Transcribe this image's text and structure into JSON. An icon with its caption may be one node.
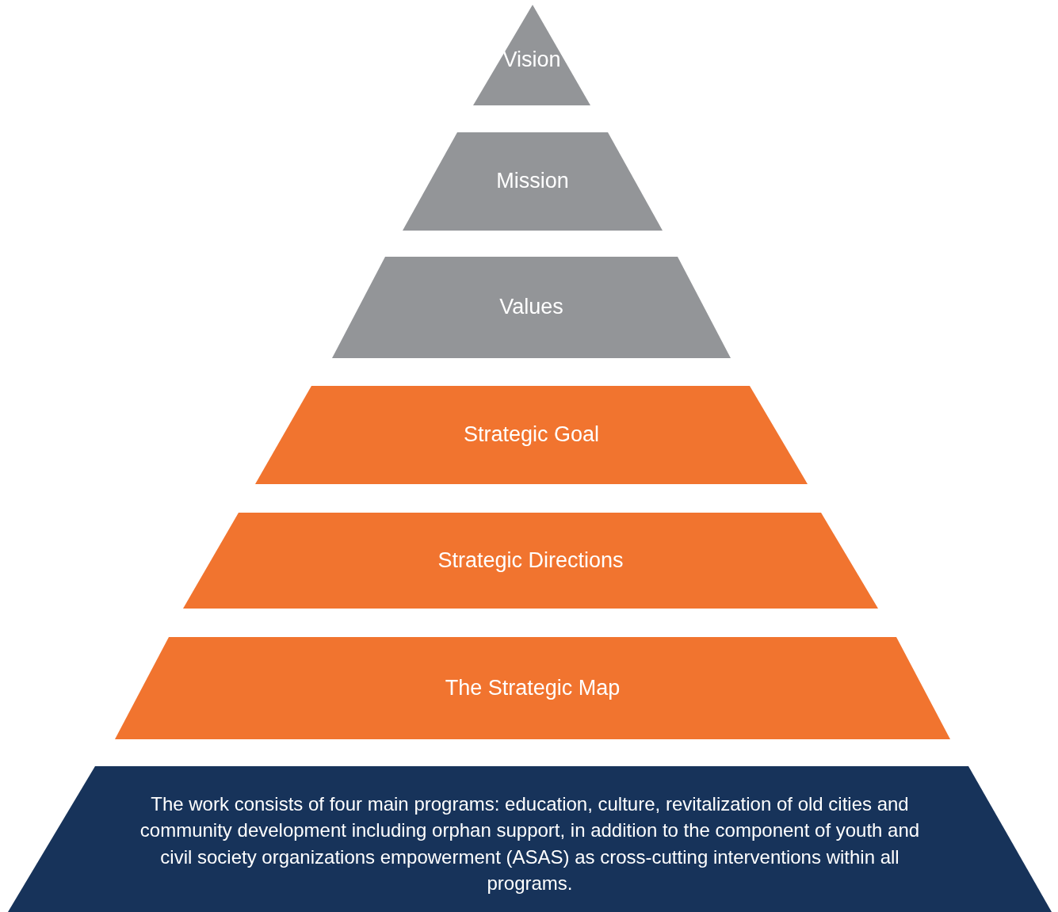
{
  "diagram": {
    "nodes": [
      {
        "text": [
          "Vision"
        ]
      },
      {
        "text": [
          "Mission"
        ]
      },
      {
        "text": [
          "Values"
        ]
      },
      {
        "text": [
          "Strategic Goal"
        ]
      },
      {
        "text": [
          "Strategic Directions"
        ]
      },
      {
        "text": [
          "The Strategic Map"
        ]
      },
      {
        "text": [
          "The work consists of four main programs: education, culture, revitalization of old cities and community development including orphan support, in addition to the component of youth and civil society organizations empowerment (ASAS) as cross-cutting interventions within all programs."
        ]
      }
    ]
  }
}
